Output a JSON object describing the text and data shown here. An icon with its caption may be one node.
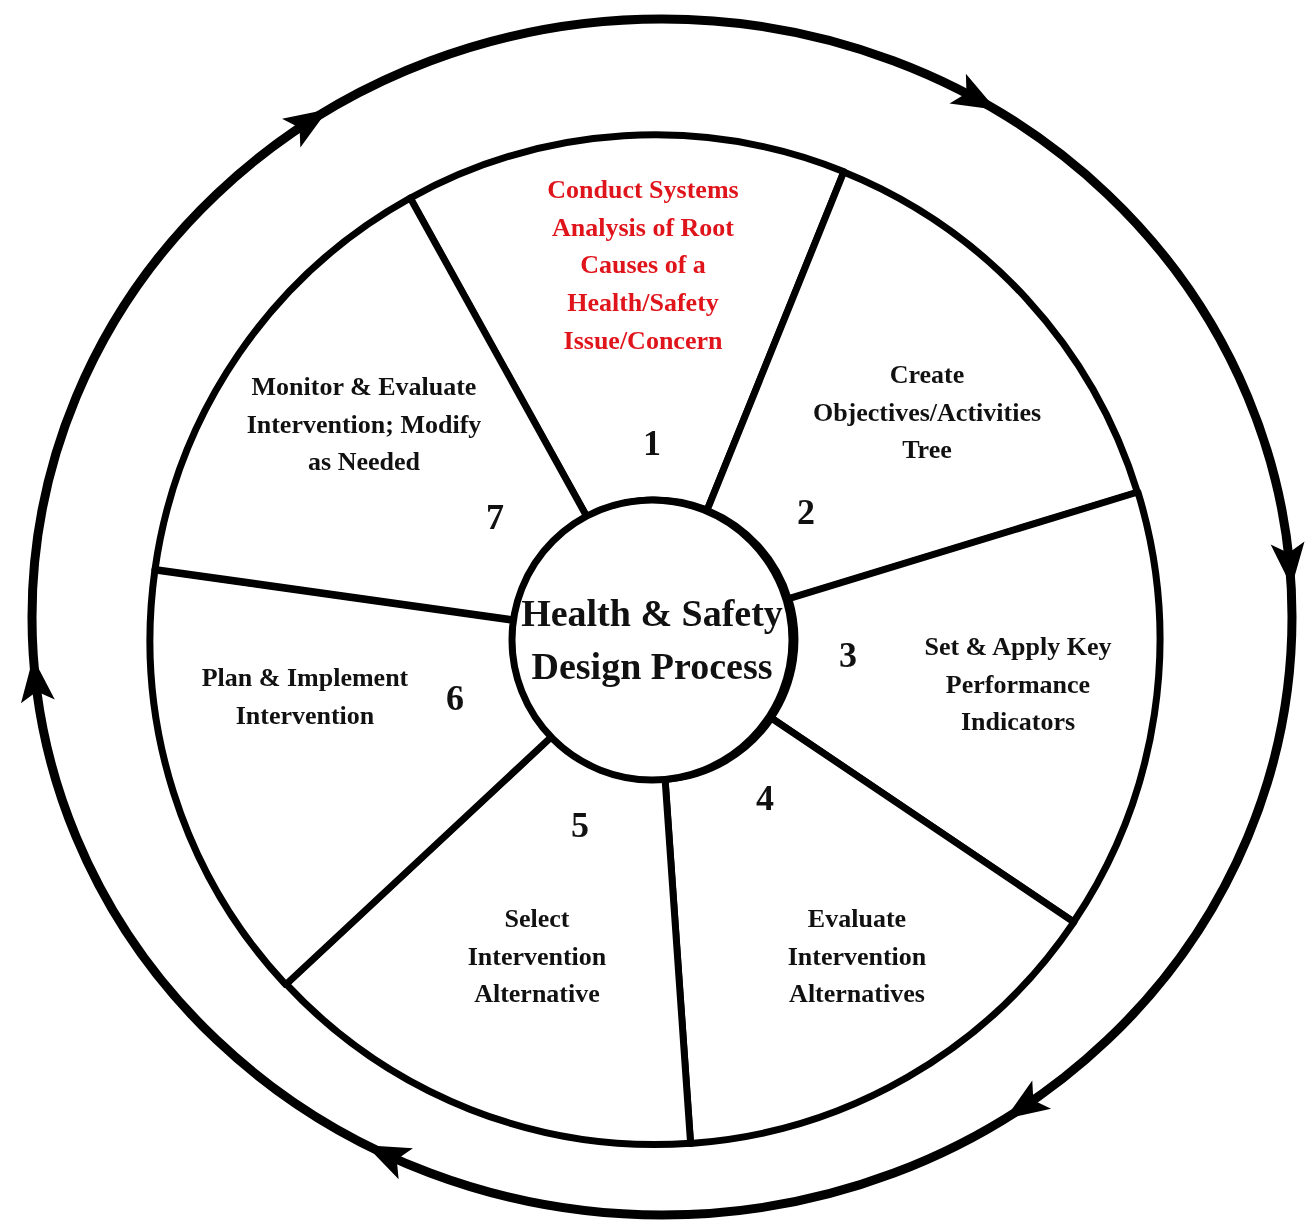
{
  "diagram": {
    "nodes": [
      {
        "text": [
          "Health & Safety Design Process"
        ]
      },
      {
        "text": [
          "Conduct Systems Analysis of Root Causes of a Health/Safety Issue/Concern",
          "1"
        ]
      },
      {
        "text": [
          "Create Objectives/Activities Tree",
          "2"
        ]
      },
      {
        "text": [
          "3",
          "Set & Apply Key Performance Indicators"
        ]
      },
      {
        "text": [
          "4",
          "Evaluate Intervention Alternatives"
        ]
      },
      {
        "text": [
          "5",
          "Select Intervention Alternative"
        ]
      },
      {
        "text": [
          "Plan & Implement Intervention",
          "6"
        ]
      },
      {
        "text": [
          "Monitor & Evaluate Intervention; Modify as Needed",
          "7"
        ]
      }
    ]
  }
}
